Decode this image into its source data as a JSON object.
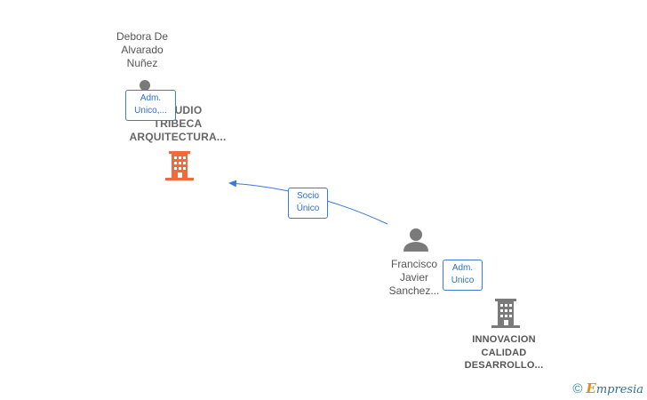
{
  "nodes": {
    "person_debora": {
      "label": "Debora De\nAlvarado\nNuñez"
    },
    "company_estudio": {
      "label": "ESTUDIO\nTRIBECA\nARQUITECTURA...",
      "color": "#f26a3b"
    },
    "person_francisco": {
      "label": "Francisco\nJavier\nSanchez..."
    },
    "company_innovacion": {
      "label": "INNOVACION\nCALIDAD\nDESARROLLO...",
      "color": "#7a7a7a"
    }
  },
  "edges": {
    "debora_estudio": {
      "label": "Adm.\nUnico,..."
    },
    "francisco_estudio": {
      "label": "Socio\nÚnico"
    },
    "francisco_innovacion": {
      "label": "Adm.\nUnico"
    }
  },
  "colors": {
    "edge": "#3b7bd4",
    "person": "#7a7a7a"
  },
  "footer": {
    "copyright": "©",
    "brand_first": "E",
    "brand_rest": "mpresia"
  }
}
